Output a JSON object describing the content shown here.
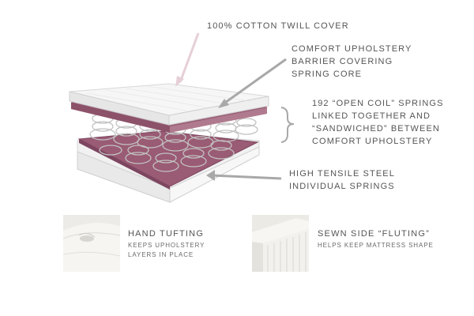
{
  "callouts": {
    "cover": "100% COTTON TWILL COVER",
    "upholstery": "COMFORT UPHOLSTERY\nBARRIER COVERING\nSPRING CORE",
    "springs": "192 “OPEN COIL” SPRINGS\nLINKED TOGETHER AND\n“SANDWICHED” BETWEEN\nCOMFORT UPHOLSTERY",
    "steel": "HIGH TENSILE STEEL\nINDIVIDUAL SPRINGS"
  },
  "features": [
    {
      "title": "HAND TUFTING",
      "subtitle": "KEEPS UPHOLSTERY\nLAYERS IN PLACE",
      "icon": "hand-tufting-image"
    },
    {
      "title": "SEWN SIDE “FLUTING”",
      "subtitle": "HELPS KEEP MATTRESS SHAPE",
      "icon": "side-fluting-image"
    }
  ],
  "colors": {
    "arrow": "#a8a8a8",
    "arrow_pink": "#e3c9d2",
    "cover": "#f4f4f4",
    "upholstery": "#9c5a73",
    "spring": "#bcbcbc",
    "text": "#555555"
  }
}
